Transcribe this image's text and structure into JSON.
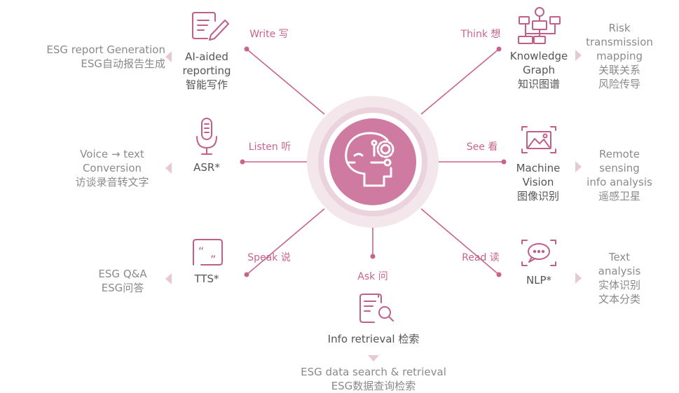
{
  "center": {
    "icon": "ai-head-gears-icon"
  },
  "colors": {
    "accent": "#c8648c",
    "icon": "#c06088",
    "ring_outer": "#f4e7ec",
    "ring_mid": "#ead3dc",
    "core": "#cf7aa0",
    "arrow": "#e7c9d6"
  },
  "branches": {
    "write": {
      "label": "Write 写",
      "icon": "document-pen-icon",
      "tech": [
        "AI-aided",
        "reporting",
        "智能写作"
      ],
      "app": [
        "ESG report Generation",
        "ESG自动报告生成"
      ]
    },
    "listen": {
      "label": "Listen 听",
      "icon": "microphone-icon",
      "tech": [
        "ASR*"
      ],
      "app": [
        "Voice → text",
        "Conversion",
        "访谈录音转文字"
      ]
    },
    "speak": {
      "label": "Speak 说",
      "icon": "quote-bubble-icon",
      "tech": [
        "TTS*"
      ],
      "app": [
        "ESG Q&A",
        "ESG问答"
      ]
    },
    "ask": {
      "label": "Ask 问",
      "icon": "document-search-icon",
      "tech": [
        "Info retrieval 检索"
      ],
      "app": [
        "ESG data search & retrieval",
        "ESG数据查询检索"
      ]
    },
    "think": {
      "label": "Think 想",
      "icon": "hierarchy-graph-icon",
      "tech": [
        "Knowledge",
        "Graph",
        "知识图谱"
      ],
      "app": [
        "Risk",
        "transmission",
        "mapping",
        "关联关系",
        "风险传导"
      ]
    },
    "see": {
      "label": "See 看",
      "icon": "image-frame-icon",
      "tech": [
        "Machine",
        "Vision",
        "图像识别"
      ],
      "app": [
        "Remote",
        "sensing",
        "info analysis",
        "遥感卫星"
      ]
    },
    "read": {
      "label": "Read 读",
      "icon": "chat-bubble-icon",
      "tech": [
        "NLP*"
      ],
      "app": [
        "Text",
        "analysis",
        "实体识别",
        "文本分类"
      ]
    }
  }
}
